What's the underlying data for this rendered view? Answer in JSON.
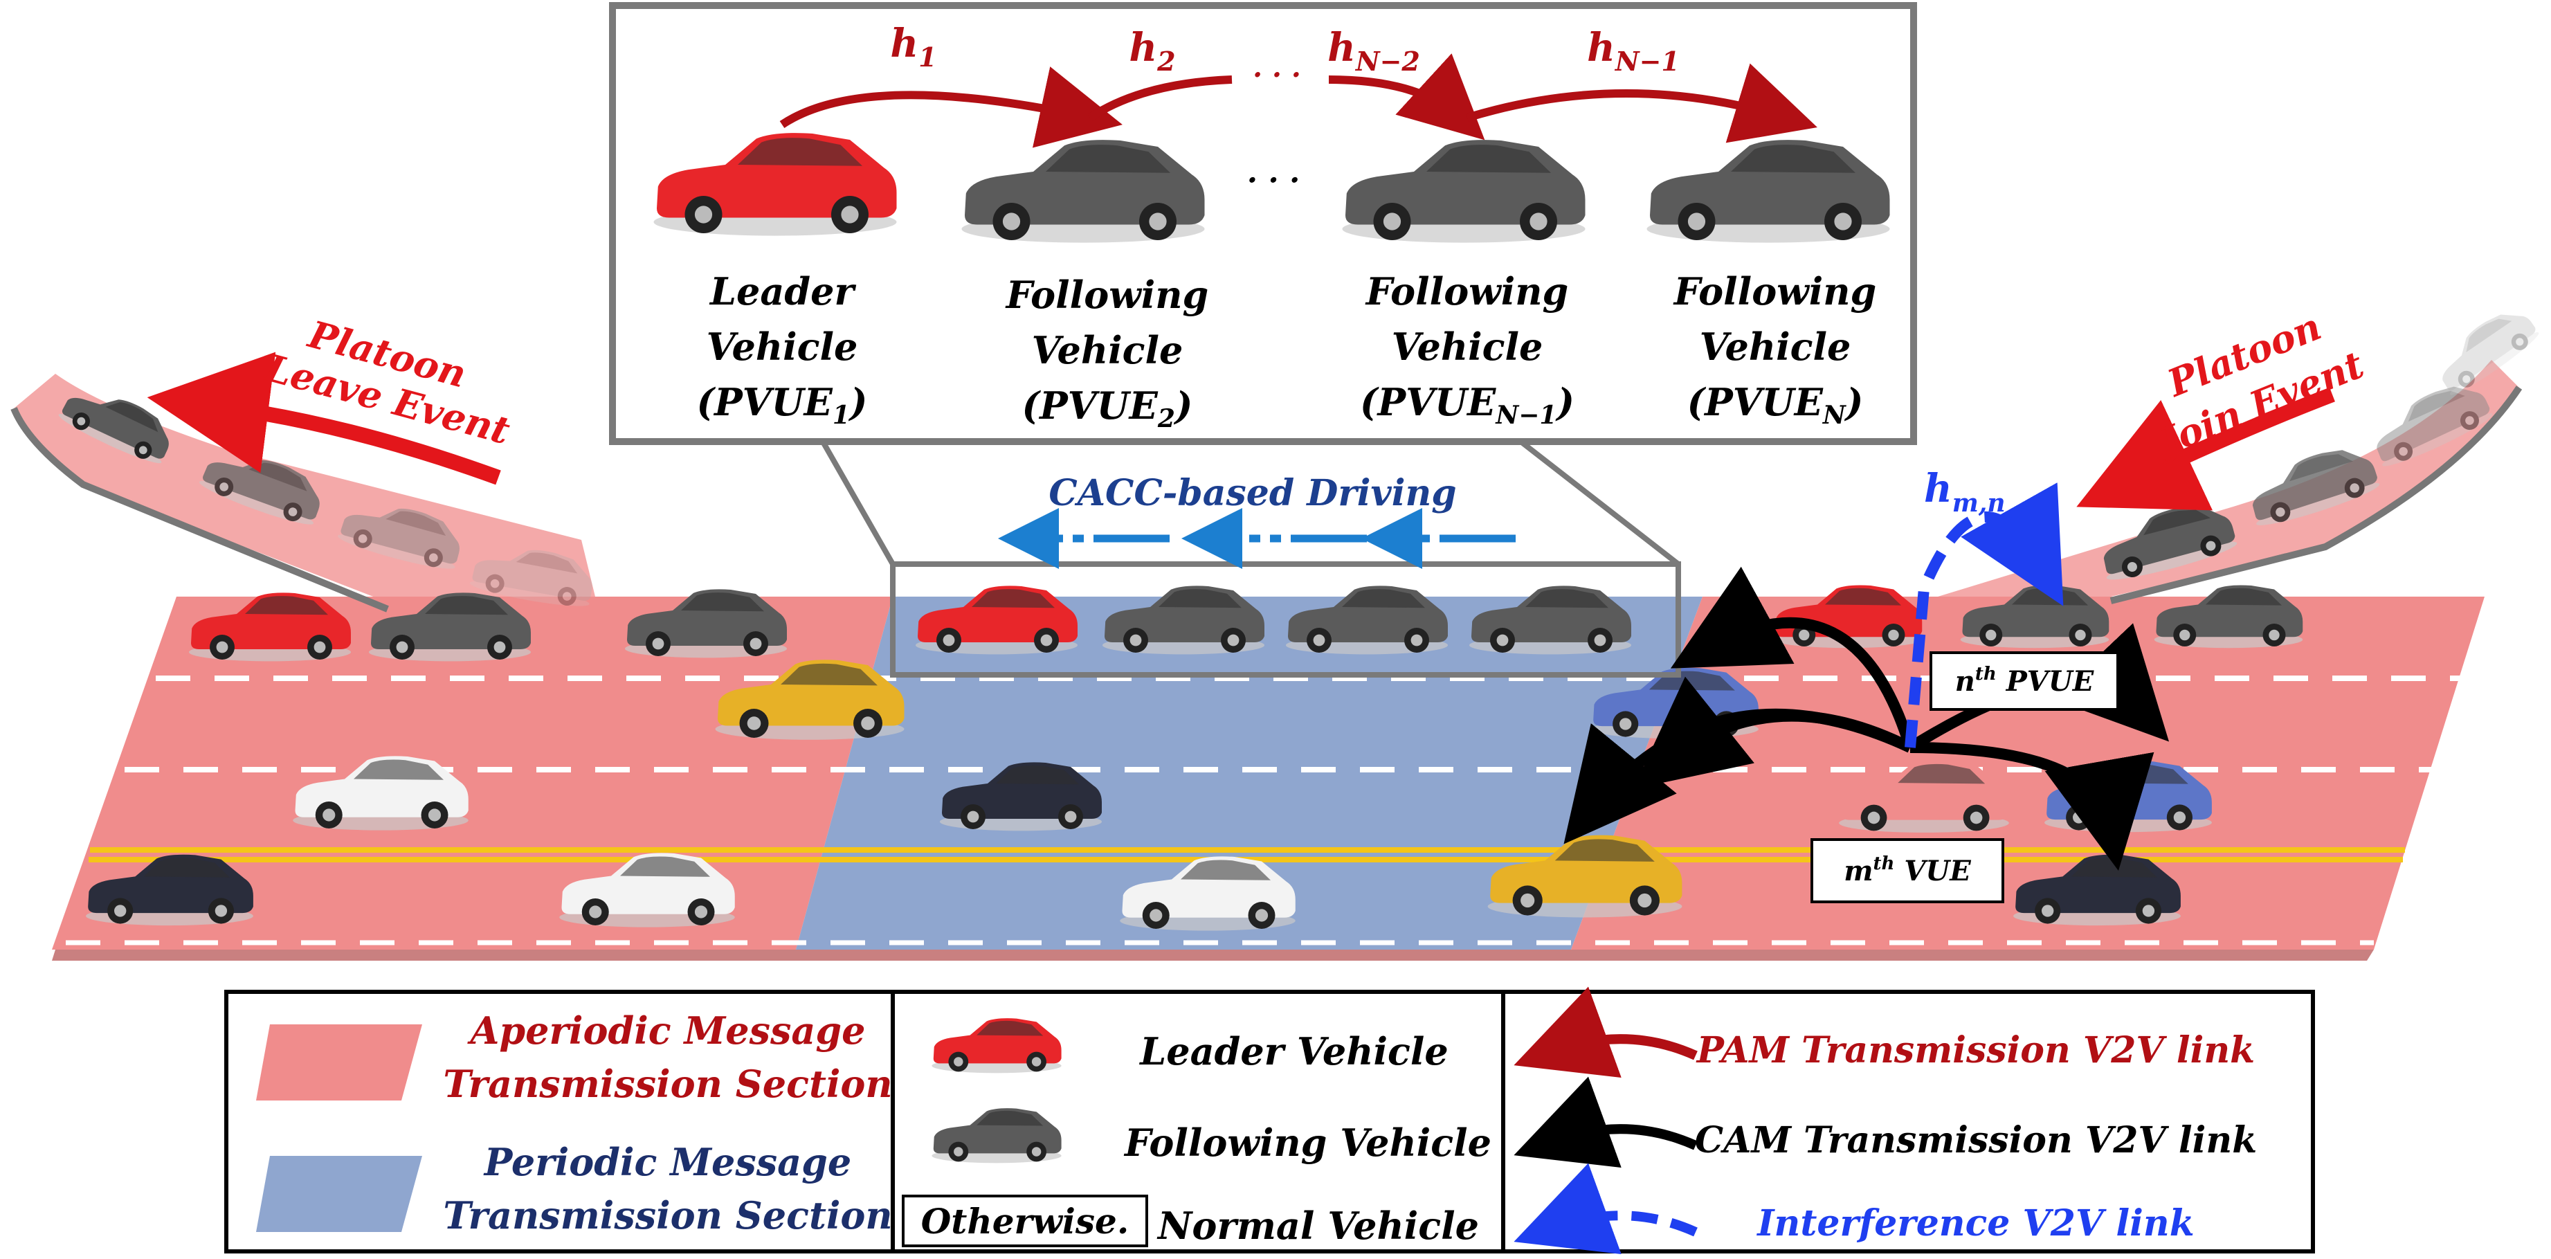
{
  "colors": {
    "red_section": "#f08c8c",
    "blue_section": "#8fa6cf",
    "leader": "#e8262a",
    "following": "#5b5b5b",
    "pam": "#b10f14",
    "cam": "#000000",
    "interference": "#1f3ff0",
    "cacc": "#1c3f8f",
    "periodic_text": "#1c2f6b",
    "event": "#e3161b"
  },
  "inset": {
    "links": [
      "h",
      "h",
      "h",
      "h"
    ],
    "link_subs": [
      "1",
      "2",
      "N−2",
      "N−1"
    ],
    "between_dots": "· · ·",
    "vehicles": [
      {
        "role": "Leader",
        "kind": "Vehicle",
        "id": "(PVUE",
        "sub": "1",
        "close": ")"
      },
      {
        "role": "Following",
        "kind": "Vehicle",
        "id": "(PVUE",
        "sub": "2",
        "close": ")"
      },
      {
        "role": "Following",
        "kind": "Vehicle",
        "id": "(PVUE",
        "sub": "N−1",
        "close": ")"
      },
      {
        "role": "Following",
        "kind": "Vehicle",
        "id": "(PVUE",
        "sub": "N",
        "close": ")"
      }
    ]
  },
  "road": {
    "cacc_label": "CACC-based Driving",
    "leave_event": [
      "Platoon",
      "Leave Event"
    ],
    "join_event": [
      "Platoon",
      "Join Event"
    ],
    "interference_label": "h",
    "interference_sub": "m,n",
    "pvue_box": {
      "prefix": "n",
      "sup": "th",
      "text": " PVUE"
    },
    "vue_box": {
      "prefix": "m",
      "sup": "th",
      "text": " VUE"
    }
  },
  "legend": {
    "aperiodic": [
      "Aperiodic Message",
      "Transmission Section"
    ],
    "periodic": [
      "Periodic Message",
      "Transmission Section"
    ],
    "leader_vehicle": "Leader Vehicle",
    "following_vehicle": "Following Vehicle",
    "otherwise": "Otherwise.",
    "normal_vehicle": "Normal Vehicle",
    "pam_link": "PAM Transmission V2V link",
    "cam_link": "CAM Transmission V2V link",
    "interference_link": "Interference V2V link"
  }
}
